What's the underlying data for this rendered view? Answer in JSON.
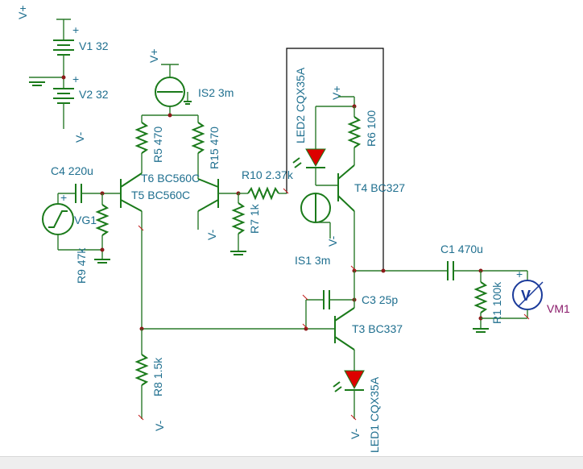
{
  "labels": {
    "v1": "V1 32",
    "v2": "V2 32",
    "is2": "IS2 3m",
    "led2": "LED2 CQX35A",
    "r5": "R5 470",
    "r15": "R15 470",
    "r6": "R6 100",
    "c4": "C4 220u",
    "t6": "T6 BC560C",
    "t5": "T5 BC560C",
    "r10": "R10 2.37k",
    "t4": "T4 BC327",
    "vg1": "VG1",
    "r9": "R9 47k",
    "r7": "R7 1k",
    "is1": "IS1 3m",
    "c1": "C1 470u",
    "c3": "C3 25p",
    "r1": "R1 100k",
    "vm1": "VM1",
    "t3": "T3 BC337",
    "r8": "R8 1.5k",
    "led1": "LED1 CQX35A"
  },
  "rails": {
    "vplus": "V+",
    "vminus": "V-"
  },
  "symbols": {
    "plus": "+",
    "voltmeter": "V"
  },
  "colors": {
    "wire": "#2a7a2a",
    "label": "#1f6f8f",
    "led": "#dd0000",
    "node": "#8b1a1a",
    "meter_label": "#8a1a6a"
  }
}
